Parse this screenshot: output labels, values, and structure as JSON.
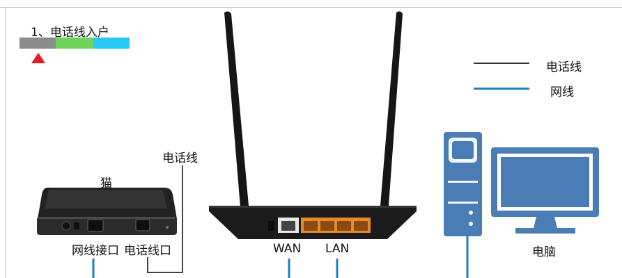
{
  "step": {
    "title": "1、电话线入户",
    "progress": {
      "total_segments": 3,
      "active_segment": 1
    },
    "colors": {
      "gray": "#8c8c8c",
      "green": "#6fd35c",
      "cyan": "#28c9f2",
      "marker": "#e41c1c"
    }
  },
  "legend": {
    "phone_line": {
      "label": "电话线",
      "color": "#333333"
    },
    "network_line": {
      "label": "网线",
      "color": "#1a7fc4"
    }
  },
  "labels": {
    "phone_line_vertical": "电话线",
    "modem": "猫",
    "modem_network_port": "网线接口",
    "modem_phone_port": "电话线口",
    "router_wan": "WAN",
    "router_lan": "LAN",
    "computer": "电脑"
  },
  "colors": {
    "network_blue": "#1a7fc4",
    "device_dark": "#1b1b1b",
    "computer_blue": "#4a7db5",
    "lan_port_orange": "#e88a2a"
  }
}
